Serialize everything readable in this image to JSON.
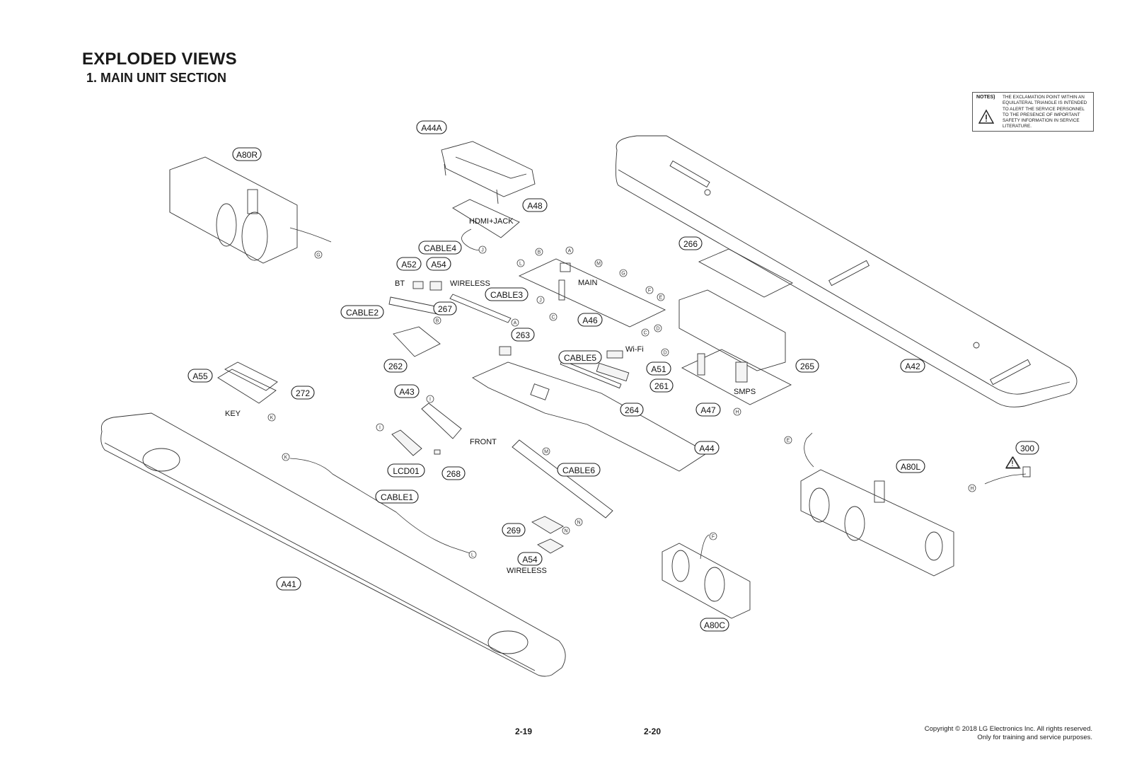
{
  "header": {
    "title": "EXPLODED VIEWS",
    "subtitle": "1. MAIN UNIT SECTION"
  },
  "notes": {
    "heading": "NOTES)",
    "lines": [
      "THE EXCLAMATION POINT WITHIN AN",
      "EQUILATERAL TRIANGLE IS INTENDED",
      "TO ALERT THE SERVICE PERSONNEL",
      "TO THE PRESENCE OF IMPORTANT",
      "SAFETY INFORMATION IN SERVICE",
      "LITERATURE."
    ]
  },
  "callouts": [
    {
      "id": "A44A",
      "label": "A44A"
    },
    {
      "id": "A80R",
      "label": "A80R"
    },
    {
      "id": "A48",
      "label": "A48"
    },
    {
      "id": "CABLE4",
      "label": "CABLE4"
    },
    {
      "id": "A52",
      "label": "A52"
    },
    {
      "id": "A54_top",
      "label": "A54"
    },
    {
      "id": "CABLE3",
      "label": "CABLE3"
    },
    {
      "id": "CABLE2",
      "label": "CABLE2"
    },
    {
      "id": "267",
      "label": "267"
    },
    {
      "id": "263",
      "label": "263"
    },
    {
      "id": "262",
      "label": "262"
    },
    {
      "id": "A46",
      "label": "A46"
    },
    {
      "id": "CABLE5",
      "label": "CABLE5"
    },
    {
      "id": "A51",
      "label": "A51"
    },
    {
      "id": "261",
      "label": "261"
    },
    {
      "id": "266",
      "label": "266"
    },
    {
      "id": "265",
      "label": "265"
    },
    {
      "id": "A42",
      "label": "A42"
    },
    {
      "id": "A55",
      "label": "A55"
    },
    {
      "id": "272",
      "label": "272"
    },
    {
      "id": "A43",
      "label": "A43"
    },
    {
      "id": "264",
      "label": "264"
    },
    {
      "id": "A47",
      "label": "A47"
    },
    {
      "id": "LCD01",
      "label": "LCD01"
    },
    {
      "id": "268",
      "label": "268"
    },
    {
      "id": "A44",
      "label": "A44"
    },
    {
      "id": "CABLE6",
      "label": "CABLE6"
    },
    {
      "id": "CABLE1",
      "label": "CABLE1"
    },
    {
      "id": "300",
      "label": "300"
    },
    {
      "id": "A80L",
      "label": "A80L"
    },
    {
      "id": "269",
      "label": "269"
    },
    {
      "id": "A54_bottom",
      "label": "A54"
    },
    {
      "id": "A41",
      "label": "A41"
    },
    {
      "id": "A80C",
      "label": "A80C"
    }
  ],
  "tags": {
    "hdmi_jack": "HDMI+JACK",
    "bt": "BT",
    "wireless_top": "WIRELESS",
    "main": "MAIN",
    "wifi": "Wi-Fi",
    "smps": "SMPS",
    "key": "KEY",
    "front": "FRONT",
    "wireless_bottom": "WIRELESS"
  },
  "connectors": [
    "A",
    "B",
    "C",
    "D",
    "E",
    "F",
    "G",
    "H",
    "I",
    "J",
    "K",
    "L",
    "M",
    "N"
  ],
  "footer": {
    "page_left": "2-19",
    "page_right": "2-20",
    "copyright_line1": "Copyright © 2018 LG Electronics Inc. All rights reserved.",
    "copyright_line2": "Only for training and service purposes."
  }
}
